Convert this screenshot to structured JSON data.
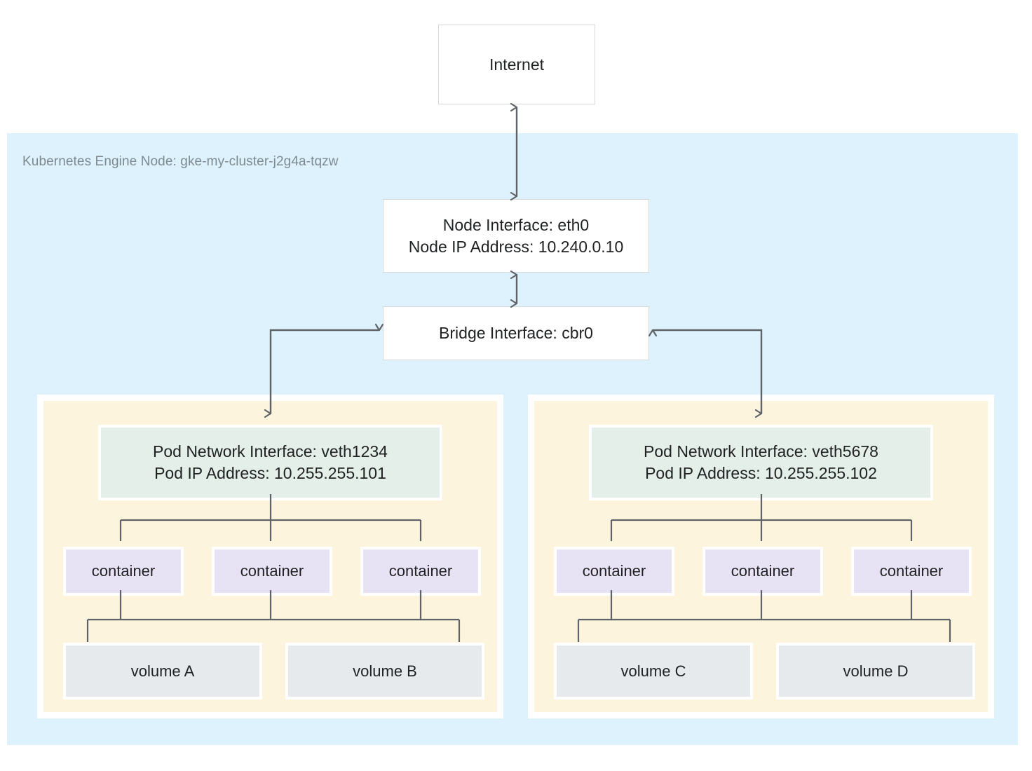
{
  "diagram": {
    "title_text": "Kubernetes Engine Node: gke-my-cluster-j2g4a-tqzw",
    "internet": {
      "label": "Internet"
    },
    "node_interface": {
      "line1": "Node Interface: eth0",
      "line2": "Node IP Address: 10.240.0.10"
    },
    "bridge_interface": {
      "label": "Bridge Interface: cbr0"
    },
    "pods": [
      {
        "pod_interface_line1": "Pod Network Interface: veth1234",
        "pod_interface_line2": "Pod IP Address: 10.255.255.101",
        "containers": [
          "container",
          "container",
          "container"
        ],
        "volumes": [
          "volume A",
          "volume B"
        ]
      },
      {
        "pod_interface_line1": "Pod Network Interface: veth5678",
        "pod_interface_line2": "Pod IP Address: 10.255.255.102",
        "containers": [
          "container",
          "container",
          "container"
        ],
        "volumes": [
          "volume C",
          "volume D"
        ]
      }
    ],
    "colors": {
      "node_region_background": "#ddf2fd",
      "pod_group_background": "#fdf4de",
      "pod_interface_background": "#e3efe8",
      "container_background": "#e8e2f5",
      "volume_background": "#e7eaec",
      "box_background": "#ffffff",
      "box_border": "#d8d8d8",
      "connector_stroke": "#5f6368",
      "text": "#1f2123",
      "region_label_text": "#7e8a90"
    }
  }
}
